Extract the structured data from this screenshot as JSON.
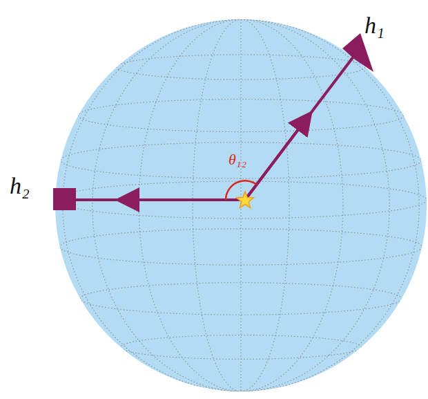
{
  "diagram": {
    "labels": [
      "h₁",
      "h₂",
      "θ₁₂"
    ]
  }
}
